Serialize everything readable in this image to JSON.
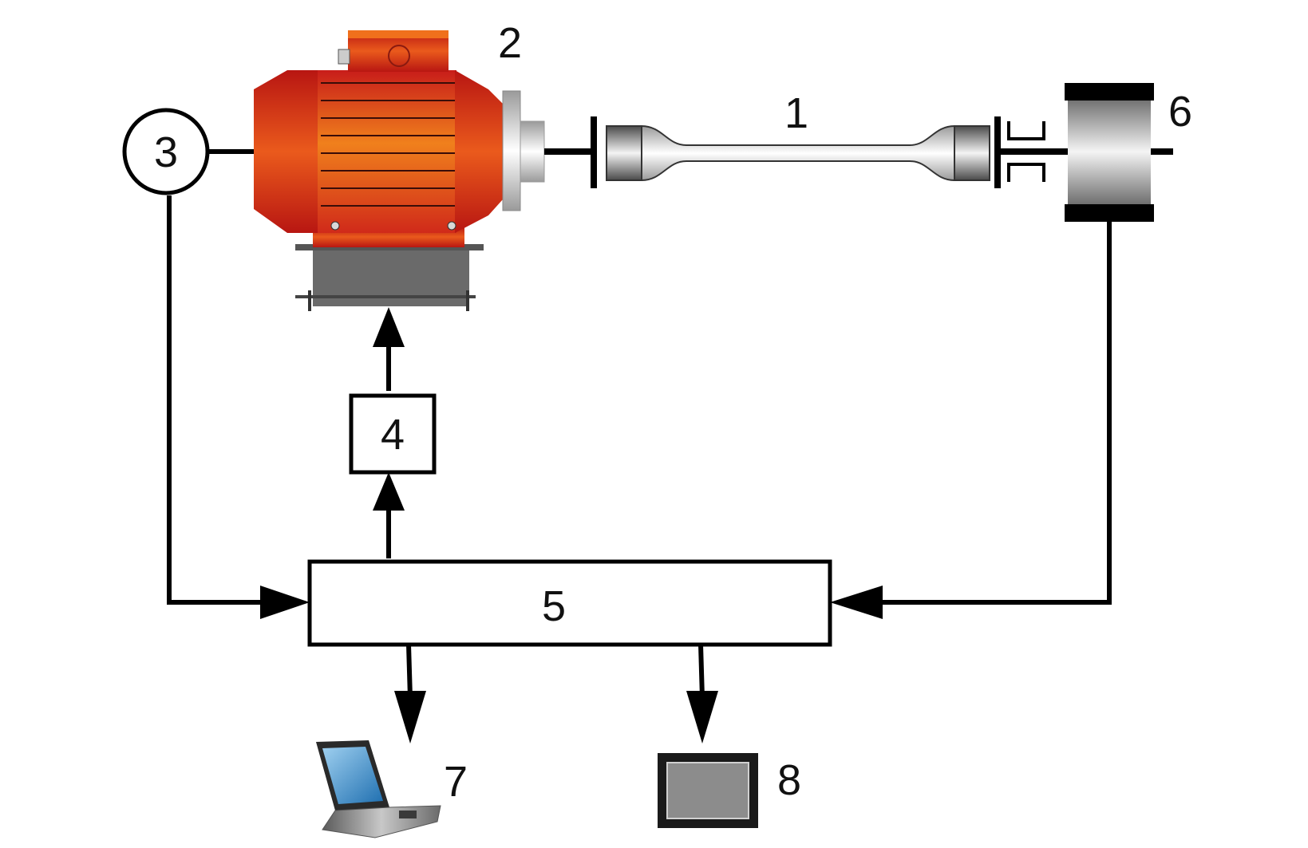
{
  "labels": {
    "specimen": "1",
    "motor": "2",
    "sensor": "3",
    "driver": "4",
    "controller": "5",
    "brake": "6",
    "laptop": "7",
    "monitor": "8"
  },
  "colors": {
    "motor_dark": "#c8201c",
    "motor_light": "#f08a1e",
    "base": "#6a6a6a",
    "steel_dark": "#5a5a5a",
    "steel_light": "#f2f2f2",
    "screen_blue": "#2c86c8",
    "monitor_screen": "#8c8c8c"
  }
}
